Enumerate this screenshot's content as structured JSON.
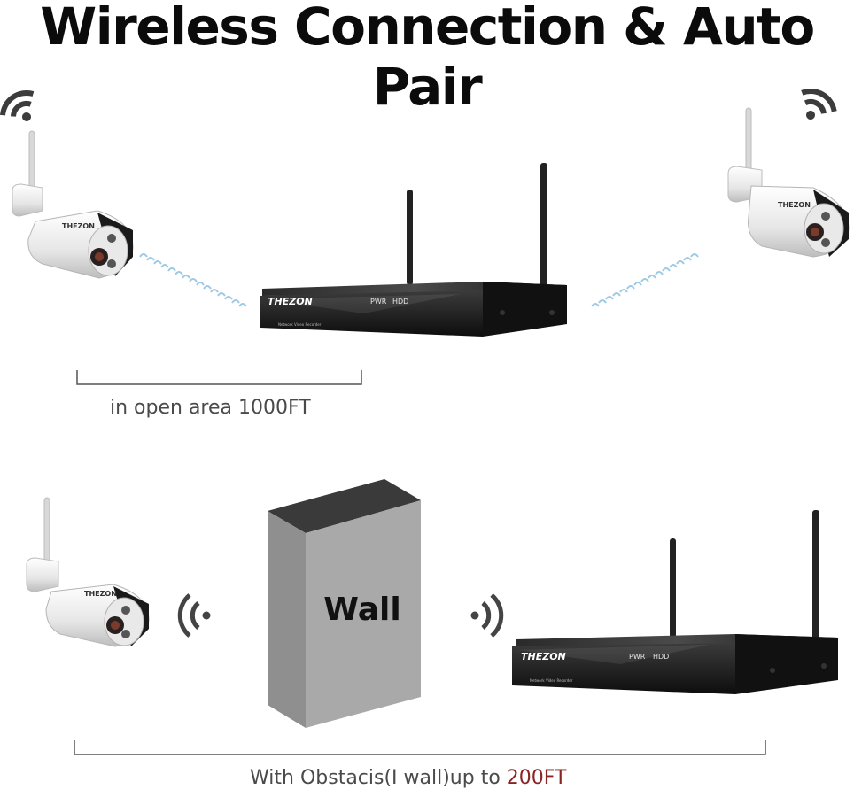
{
  "title": "Wireless Connection & Auto Pair",
  "range_open_label": "in open area 1000FT",
  "range_obstacle": {
    "prefix": "With Obstacis(I wall)up to ",
    "highlight": "200FT",
    "highlight_color": "#8b2323"
  },
  "wall_label": "Wall",
  "nvr": {
    "brand": "THEZON",
    "indicators": [
      "PWR",
      "HDD"
    ],
    "model_text": "Network Video Recorder"
  },
  "camera_brand": "THEZON",
  "icons": [
    "wifi-icon",
    "wireless-signal-icon",
    "security-camera-icon",
    "nvr-device-icon"
  ]
}
